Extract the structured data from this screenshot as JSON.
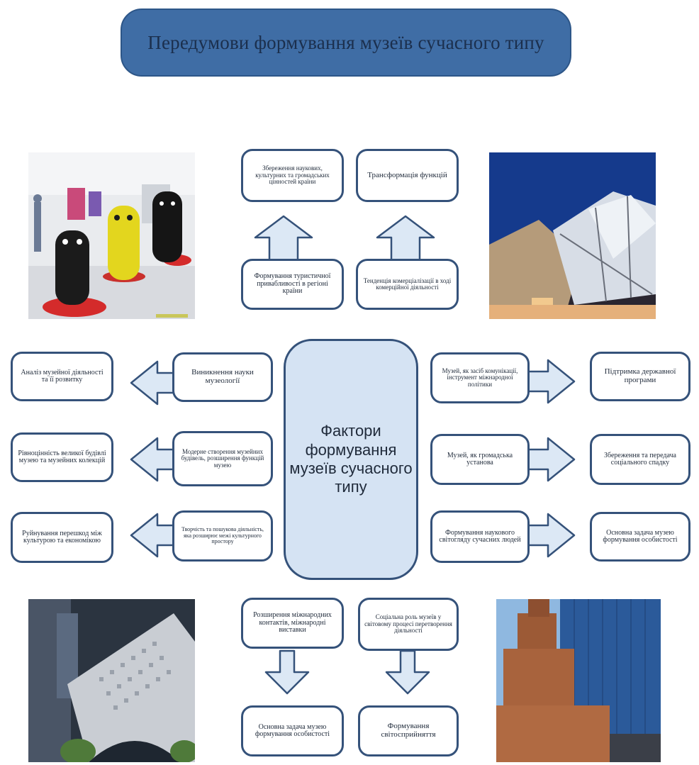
{
  "title": "Передумови формування музеїв сучасного типу",
  "center": {
    "label": "Фактори формування музеїв сучасного типу"
  },
  "top": {
    "outcomes": [
      "Збереження наукових, культурних та громадських цінностей країни",
      "Трансформація функцій"
    ],
    "sources": [
      "Формування туристичної привабливості в регіоні країни",
      "Тенденція комерціалізації в ході комерційної діяльності"
    ]
  },
  "left": {
    "outcomes": [
      "Аналіз музейної діяльності та її розвитку",
      "Рівноцінність великої будівлі музею та музейних колекцій",
      "Руйнування перешкод між культурою та економікою"
    ],
    "sources": [
      "Виникнення науки музеології",
      "Модерне створення музейних будівель, розширення функцій музею",
      "Творчість та пошукова діяльність, яка розширює межі культурного простору"
    ]
  },
  "right": {
    "sources": [
      "Музей, як засіб комунікації, інструмент міжнародної політики",
      "Музей, як громадська установа",
      "Формування наукового світогляду сучасних людей"
    ],
    "outcomes": [
      "Підтримка державної програми",
      "Збереження та передача соціального спадку",
      "Основна задача музею формування особистості"
    ]
  },
  "bottom": {
    "sources": [
      "Розширення міжнародних контактів, міжнародні виставки",
      "Соціальна роль музеїв у світовому процесі перетворення діяльності"
    ],
    "outcomes": [
      "Основна задача музею формування особистості",
      "Формування світосприйняття"
    ]
  },
  "colors": {
    "banner": "#3f6da5",
    "box_border": "#35527a",
    "center_fill": "#d5e3f3",
    "arrow_fill": "#dce8f5"
  },
  "photos": [
    "gallery-sculptures-photo",
    "crystal-museum-night-photo",
    "perforated-museum-building-photo",
    "brick-sculpture-tower-photo"
  ]
}
